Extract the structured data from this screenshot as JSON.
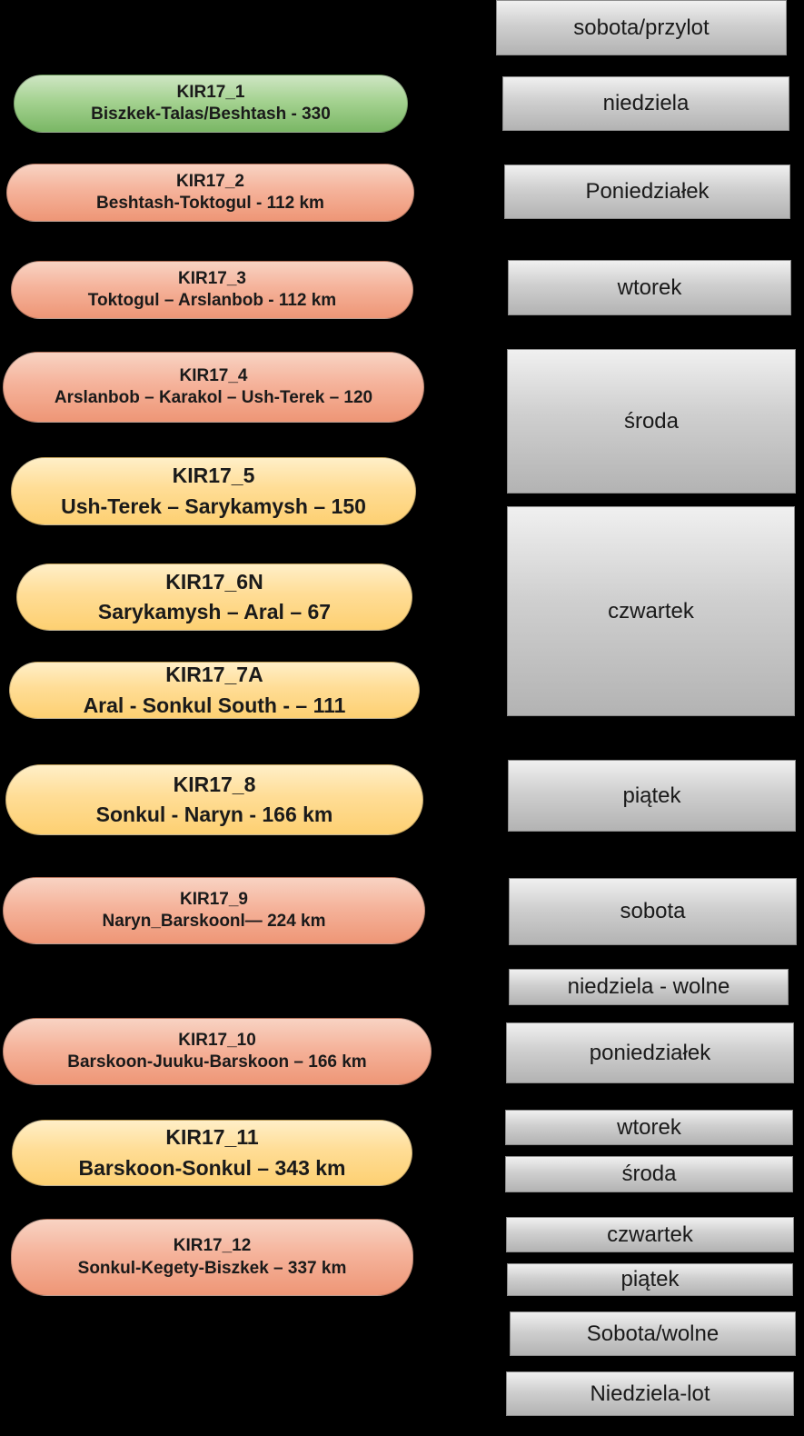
{
  "stages": [
    {
      "code": "KIR17_1",
      "route": "Biszkek-Talas/Beshtash  -  330",
      "color": "#a5d291"
    },
    {
      "code": "KIR17_2",
      "route": "Beshtash-Toktogul -  112 km",
      "color": "#f5b39b"
    },
    {
      "code": "KIR17_3",
      "route": "Toktogul – Arslanbob - 112 km",
      "color": "#f5b39b"
    },
    {
      "code": "KIR17_4",
      "route": "Arslanbob – Karakol – Ush-Terek – 120",
      "color": "#f5b39b"
    },
    {
      "code": "KIR17_5",
      "route": "Ush-Terek – Sarykamysh – 150",
      "color": "#ffdd96"
    },
    {
      "code": "KIR17_6N",
      "route": "Sarykamysh – Aral – 67",
      "color": "#ffdd96"
    },
    {
      "code": "KIR17_7A",
      "route": "Aral - Sonkul South - – 111",
      "color": "#ffdd96"
    },
    {
      "code": "KIR17_8",
      "route": "Sonkul - Naryn - 166  km",
      "color": "#ffdd96"
    },
    {
      "code": "KIR17_9",
      "route": "Naryn_Barskoonl— 224  km",
      "color": "#f5b39b"
    },
    {
      "code": "KIR17_10",
      "route": "Barskoon-Juuku-Barskoon – 166 km",
      "color": "#f5b39b"
    },
    {
      "code": "KIR17_11",
      "route": "Barskoon-Sonkul – 343 km",
      "color": "#ffdd96"
    },
    {
      "code": "KIR17_12",
      "route": "Sonkul-Kegety-Biszkek – 337  km",
      "color": "#f5b39b"
    }
  ],
  "days": [
    "sobota/przylot",
    "niedziela",
    "Poniedziałek",
    "wtorek",
    "środa",
    "czwartek",
    "piątek",
    "sobota",
    "niedziela - wolne",
    "poniedziałek",
    "wtorek",
    "środa",
    "czwartek",
    "piątek",
    "Sobota/wolne",
    "Niedziela-lot"
  ]
}
